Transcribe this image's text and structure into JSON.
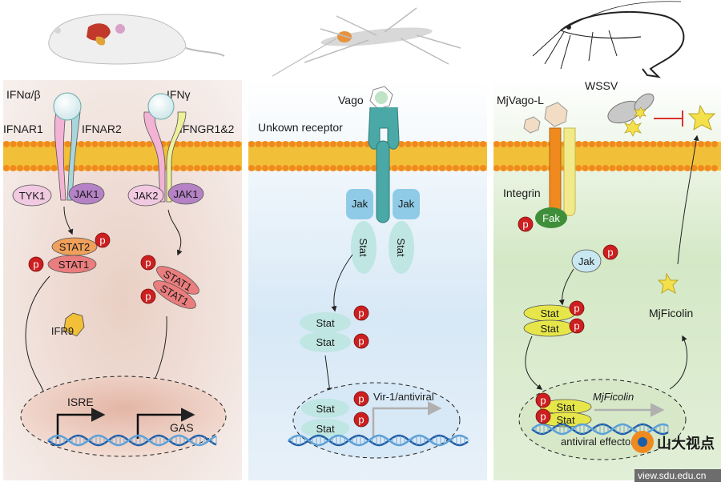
{
  "panels": {
    "mammal": {
      "labels": {
        "ifn_ab": "IFNα/β",
        "ifng": "IFNγ",
        "ifnar1": "IFNAR1",
        "ifnar2": "IFNAR2",
        "ifngr": "IFNGR1&2",
        "tyk1": "TYK1",
        "jak1a": "JAK1",
        "jak2": "JAK2",
        "jak1b": "JAK1",
        "stat2": "STAT2",
        "stat1a": "STAT1",
        "stat1b": "STAT1",
        "stat1c": "STAT1",
        "ifr9": "IFR9",
        "isre": "ISRE",
        "gas": "GAS"
      }
    },
    "insect": {
      "labels": {
        "vago": "Vago",
        "receptor": "Unkown receptor",
        "jak_l": "Jak",
        "jak_r": "Jak",
        "stat_l": "Stat",
        "stat_r": "Stat",
        "stat_d1": "Stat",
        "stat_d2": "Stat",
        "stat_n1": "Stat",
        "stat_n2": "Stat",
        "vir1": "Vir-1/antiviral"
      }
    },
    "shrimp": {
      "labels": {
        "mjvago": "MjVago-L",
        "wssv": "WSSV",
        "integrin": "Integrin",
        "fak": "Fak",
        "jak": "Jak",
        "stat_d1": "Stat",
        "stat_d2": "Stat",
        "stat_n1": "Stat",
        "stat_n2": "Stat",
        "mjficolin": "MjFicolin",
        "mjficolin_gene": "MjFicolin",
        "effectors": "antiviral effectors"
      }
    }
  },
  "p": "p",
  "watermark": {
    "name": "山大视点",
    "url": "view.sdu.edu.cn"
  }
}
